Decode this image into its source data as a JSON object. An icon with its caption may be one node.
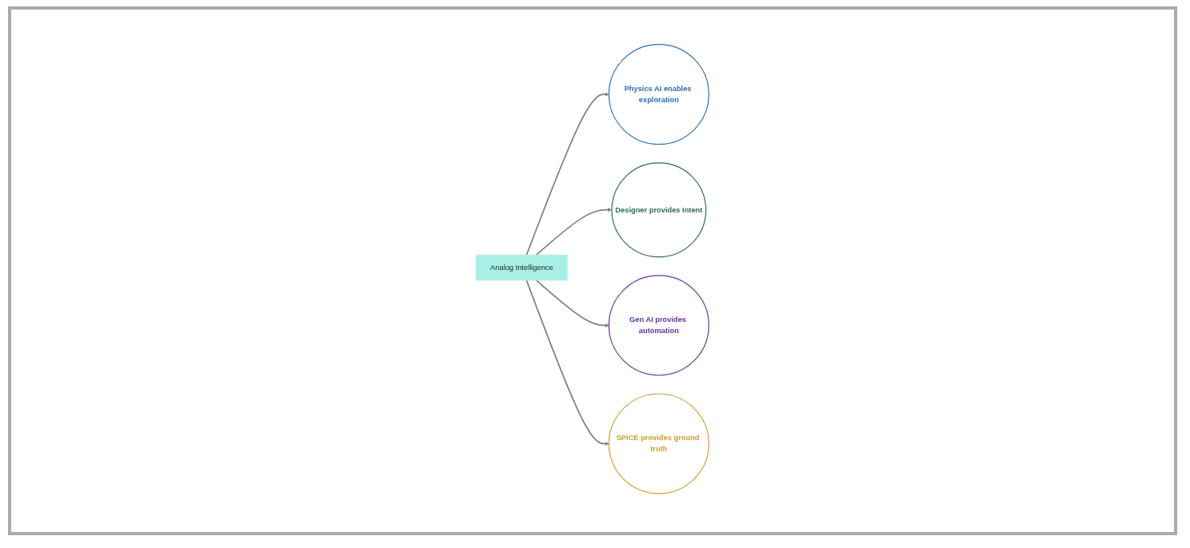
{
  "diagram": {
    "nodes": [
      {
        "text": [
          "Physics AI enables exploration"
        ]
      },
      {
        "text": [
          "Designer provides Intent"
        ]
      },
      {
        "text": [
          "Analog Intelligence"
        ]
      },
      {
        "text": [
          "Gen AI provides automation"
        ]
      },
      {
        "text": [
          "SPICE provides ground truth"
        ]
      }
    ],
    "edges": [
      {
        "from": 2,
        "to": 0,
        "arrow": "to"
      },
      {
        "from": 2,
        "to": 1,
        "arrow": "to"
      },
      {
        "from": 2,
        "to": 3,
        "arrow": "to"
      },
      {
        "from": 2,
        "to": 4,
        "arrow": "to"
      }
    ]
  }
}
